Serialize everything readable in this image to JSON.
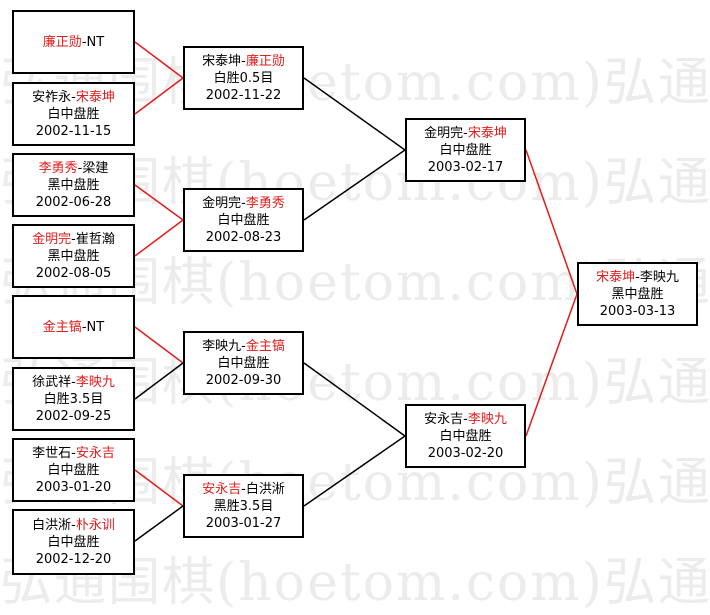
{
  "watermark": "弘通围棋(hoetom.com)弘通围棋(hoetom.com)",
  "colors": {
    "highlight": "#e21b1b",
    "winner_line": "#e21b1b",
    "loser_line": "#000000"
  },
  "bracket": {
    "r1": [
      {
        "a": "廉正勋",
        "sep": "-",
        "b": "NT",
        "hl": "a",
        "result": "",
        "date": ""
      },
      {
        "a": "安祚永",
        "sep": "-",
        "b": "宋泰坤",
        "hl": "b",
        "result": "白中盘胜",
        "date": "2002-11-15"
      },
      {
        "a": "李勇秀",
        "sep": "-",
        "b": "梁建",
        "hl": "a",
        "result": "黑中盘胜",
        "date": "2002-06-28"
      },
      {
        "a": "金明完",
        "sep": "-",
        "b": "崔哲瀚",
        "hl": "a",
        "result": "黑中盘胜",
        "date": "2002-08-05"
      },
      {
        "a": "金主镐",
        "sep": "-",
        "b": "NT",
        "hl": "a",
        "result": "",
        "date": ""
      },
      {
        "a": "徐武祥",
        "sep": "-",
        "b": "李映九",
        "hl": "b",
        "result": "白胜3.5目",
        "date": "2002-09-25"
      },
      {
        "a": "李世石",
        "sep": "-",
        "b": "安永吉",
        "hl": "b",
        "result": "白中盘胜",
        "date": "2003-01-20"
      },
      {
        "a": "白洪淅",
        "sep": "-",
        "b": "朴永训",
        "hl": "b",
        "result": "白中盘胜",
        "date": "2002-12-20"
      }
    ],
    "r2": [
      {
        "a": "宋泰坤",
        "sep": "-",
        "b": "廉正勋",
        "hl": "b",
        "result": "白胜0.5目",
        "date": "2002-11-22"
      },
      {
        "a": "金明完",
        "sep": "-",
        "b": "李勇秀",
        "hl": "b",
        "result": "白中盘胜",
        "date": "2002-08-23"
      },
      {
        "a": "李映九",
        "sep": "-",
        "b": "金主镐",
        "hl": "b",
        "result": "白中盘胜",
        "date": "2002-09-30"
      },
      {
        "a": "安永吉",
        "sep": "-",
        "b": "白洪淅",
        "hl": "a",
        "result": "黑胜3.5目",
        "date": "2003-01-27"
      }
    ],
    "r3": [
      {
        "a": "金明完",
        "sep": "-",
        "b": "宋泰坤",
        "hl": "b",
        "result": "白中盘胜",
        "date": "2003-02-17"
      },
      {
        "a": "安永吉",
        "sep": "-",
        "b": "李映九",
        "hl": "b",
        "result": "白中盘胜",
        "date": "2003-02-20"
      }
    ],
    "final": [
      {
        "a": "宋泰坤",
        "sep": "-",
        "b": "李映九",
        "hl": "a",
        "result": "黑中盘胜",
        "date": "2003-03-13"
      }
    ]
  }
}
